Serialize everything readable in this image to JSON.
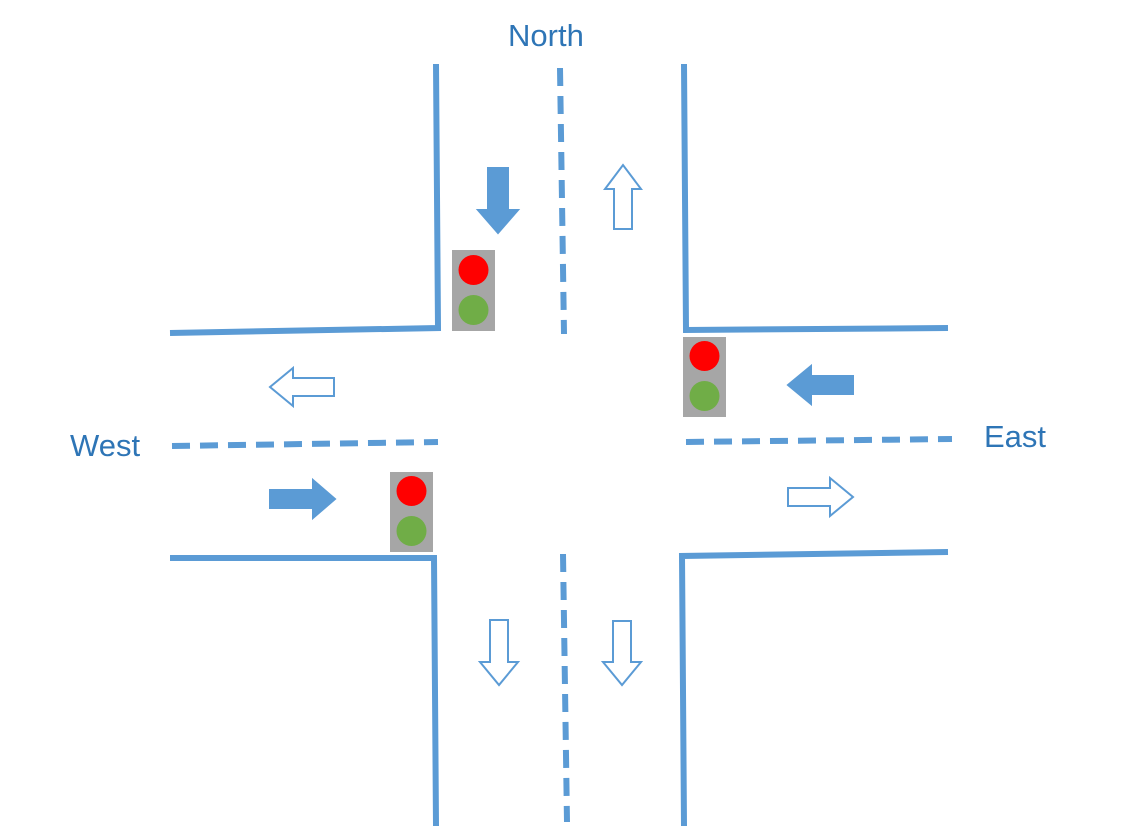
{
  "labels": {
    "north": "North",
    "west": "West",
    "east": "East"
  },
  "colors": {
    "road_line": "#5B9BD5",
    "arrow_fill": "#5B9BD5",
    "arrow_outline": "#5B9BD5",
    "label_text": "#2E75B6",
    "signal_housing": "#A6A6A6",
    "signal_red": "#FF0000",
    "signal_green": "#70AD47"
  },
  "traffic_lights": [
    {
      "approach": "north",
      "lights": [
        "red",
        "green"
      ]
    },
    {
      "approach": "east",
      "lights": [
        "red",
        "green"
      ]
    },
    {
      "approach": "west",
      "lights": [
        "red",
        "green"
      ]
    }
  ],
  "arrows": [
    {
      "lane": "north-inbound",
      "direction": "down",
      "style": "filled"
    },
    {
      "lane": "north-outbound",
      "direction": "up",
      "style": "outline"
    },
    {
      "lane": "east-inbound",
      "direction": "left",
      "style": "filled"
    },
    {
      "lane": "east-outbound",
      "direction": "right",
      "style": "outline"
    },
    {
      "lane": "west-inbound",
      "direction": "right",
      "style": "filled"
    },
    {
      "lane": "west-outbound",
      "direction": "left",
      "style": "outline"
    },
    {
      "lane": "south-left-lane",
      "direction": "down",
      "style": "outline"
    },
    {
      "lane": "south-right-lane",
      "direction": "down",
      "style": "outline"
    }
  ]
}
